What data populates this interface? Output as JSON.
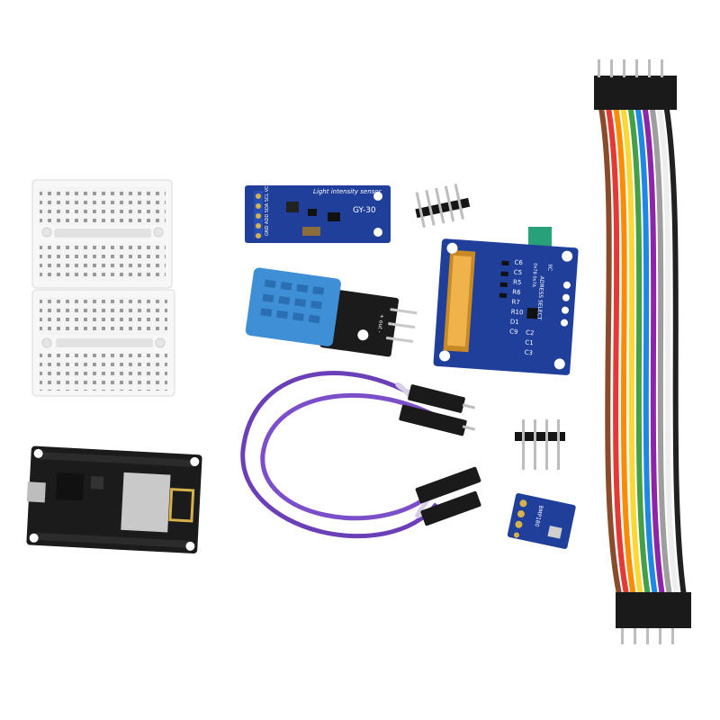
{
  "boards": {
    "light_sensor": {
      "title": "Light intensity sensor",
      "model": "GY-30",
      "pins": "GND ADD SDA SCL VCC"
    },
    "oled": {
      "caps_left": [
        "C6",
        "C5",
        "R5",
        "R6",
        "R7",
        "R10",
        "D1",
        "C9"
      ],
      "caps_right": [
        "C2",
        "C1",
        "C3"
      ],
      "iic": "IIC",
      "address": "ADRESS SELECT",
      "addr_values": "0x78 0x7A"
    },
    "dht11": {
      "pins": "+ out -"
    },
    "barometer": {
      "label": "BMP180"
    }
  },
  "colors": {
    "pcb_blue": "#1f3f9a",
    "pcb_black": "#1b1b1b",
    "sensor_blue": "#3e8fd6",
    "wire_purple": "#6a3fb8",
    "breadboard": "#f2f2f2"
  }
}
